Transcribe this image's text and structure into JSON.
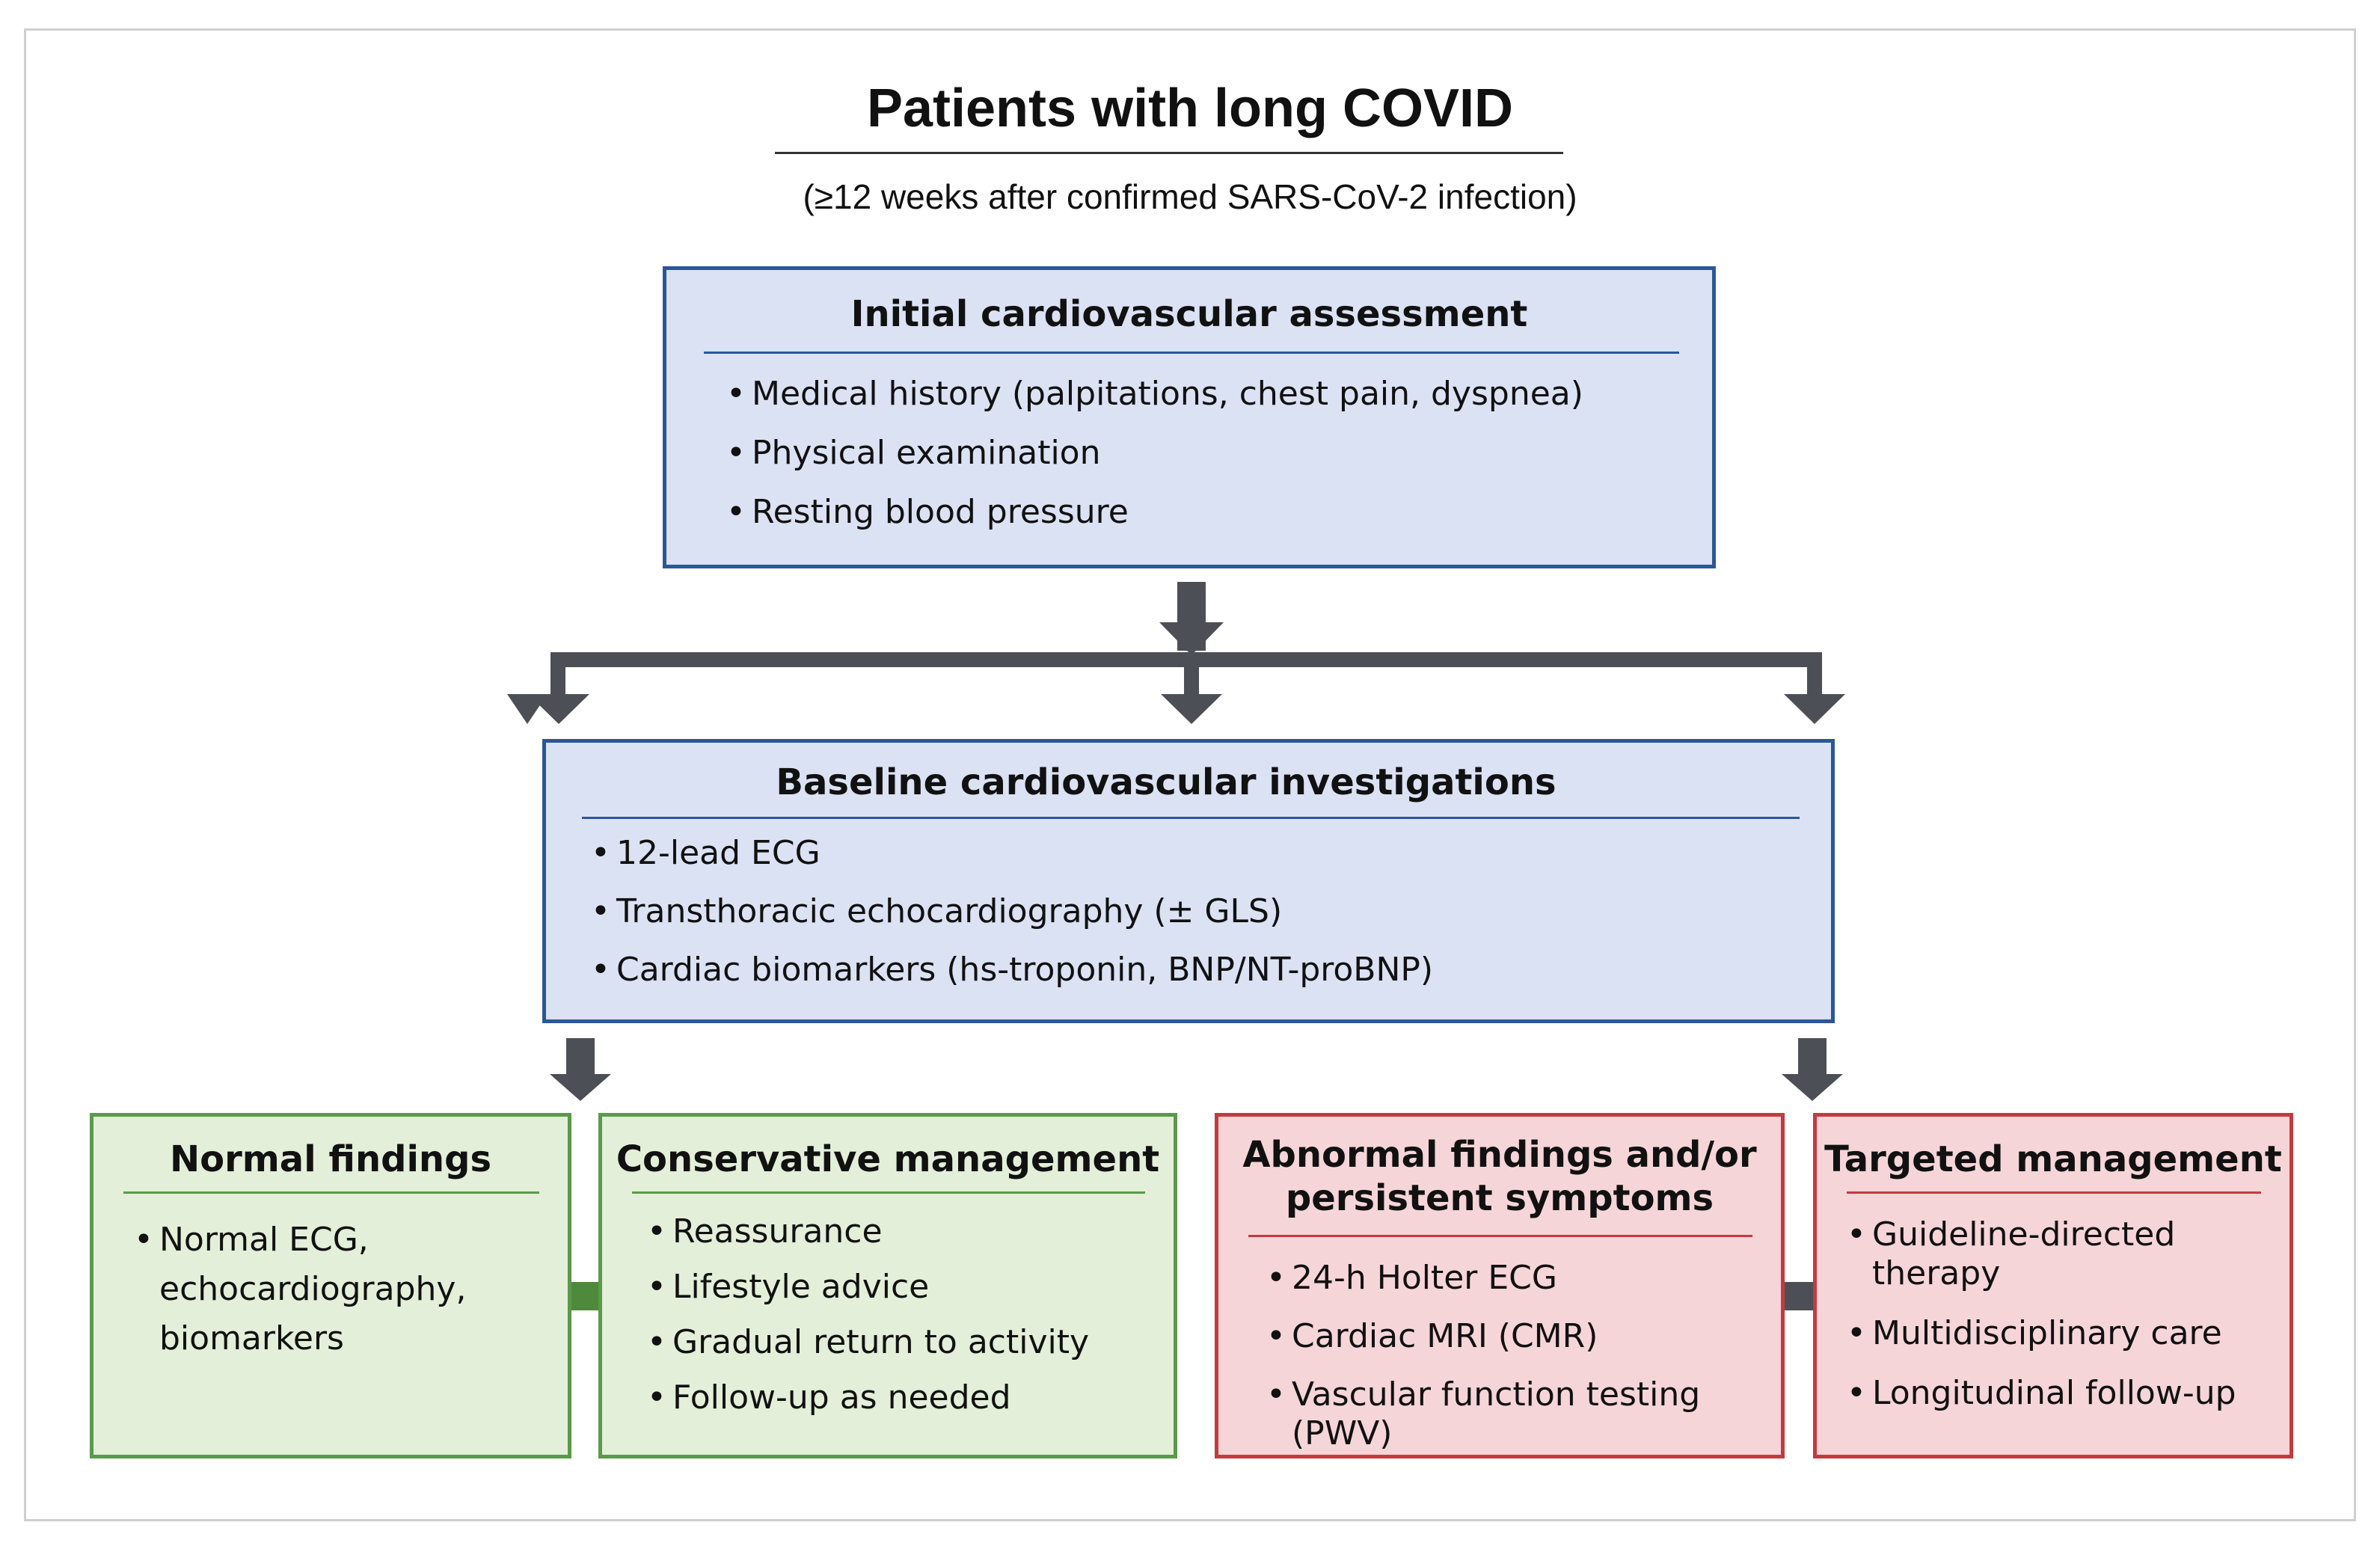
{
  "header": {
    "title": "Patients with long COVID",
    "subtitle": "(≥12 weeks after confirmed SARS-CoV-2 infection)"
  },
  "initial": {
    "title": "Initial cardiovascular assessment",
    "items": [
      "Medical history (palpitations, chest pain, dyspnea)",
      "Physical examination",
      "Resting blood pressure"
    ]
  },
  "baseline": {
    "title": "Baseline cardiovascular investigations",
    "items": [
      "12-lead ECG",
      "Transthoracic echocardiography (± GLS)",
      "Cardiac biomarkers (hs-troponin, BNP/NT-proBNP)"
    ]
  },
  "normal": {
    "title": "Normal findings",
    "items": [
      "Normal ECG,\nechocardiography,\nbiomarkers"
    ]
  },
  "conservative": {
    "title": "Conservative management",
    "items": [
      "Reassurance",
      "Lifestyle advice",
      "Gradual return to activity",
      "Follow-up as needed"
    ]
  },
  "abnormal": {
    "title": "Abnormal findings and/or\npersistent symptoms",
    "items": [
      "24-h Holter ECG",
      "Cardiac MRI (CMR)",
      "Vascular function testing (PWV)"
    ]
  },
  "targeted": {
    "title": "Targeted management",
    "items": [
      "Guideline-directed therapy",
      "Multidisciplinary care",
      "Longitudinal follow-up"
    ]
  },
  "colors": {
    "blue_fill": "#dbe2f4",
    "blue_border": "#2b5797",
    "green_fill": "#e3efd9",
    "green_border": "#5a9a4a",
    "red_fill": "#f6d5d8",
    "red_border": "#c23b3f",
    "arrow_gray": "#4d4f56",
    "arrow_green": "#4f8a3c"
  }
}
